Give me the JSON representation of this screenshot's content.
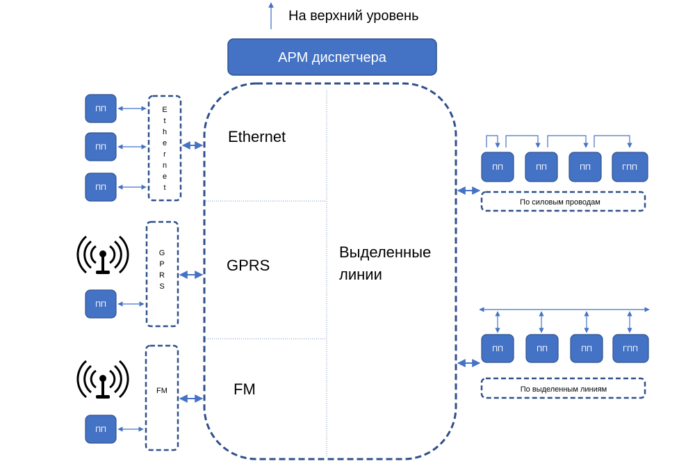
{
  "top": {
    "label": "На верхний уровень"
  },
  "dispatcher": {
    "label": "АРМ диспетчера"
  },
  "hub": {
    "sections": {
      "ethernet": "Ethernet",
      "gprs": "GPRS",
      "fm": "FM"
    },
    "leased_lines": [
      "Выделенные",
      "линии"
    ]
  },
  "left": {
    "ethernet_adapter": [
      "E",
      "t",
      "h",
      "e",
      "r",
      "n",
      "e",
      "t"
    ],
    "gprs_adapter": [
      "G",
      "P",
      "R",
      "S"
    ],
    "fm_adapter": "FM",
    "node_label": "ПП"
  },
  "right": {
    "power_group": {
      "nodes": [
        "ПП",
        "ПП",
        "ПП",
        "ГПП"
      ],
      "caption": "По силовым проводам"
    },
    "leased_group": {
      "nodes": [
        "ПП",
        "ПП",
        "ПП",
        "ГПП"
      ],
      "caption": "По выделенным линиям"
    }
  },
  "colors": {
    "node_fill": "#4472c4",
    "node_stroke": "#2f528f",
    "dash": "#2f4f8a",
    "arrow": "#4472c4"
  }
}
